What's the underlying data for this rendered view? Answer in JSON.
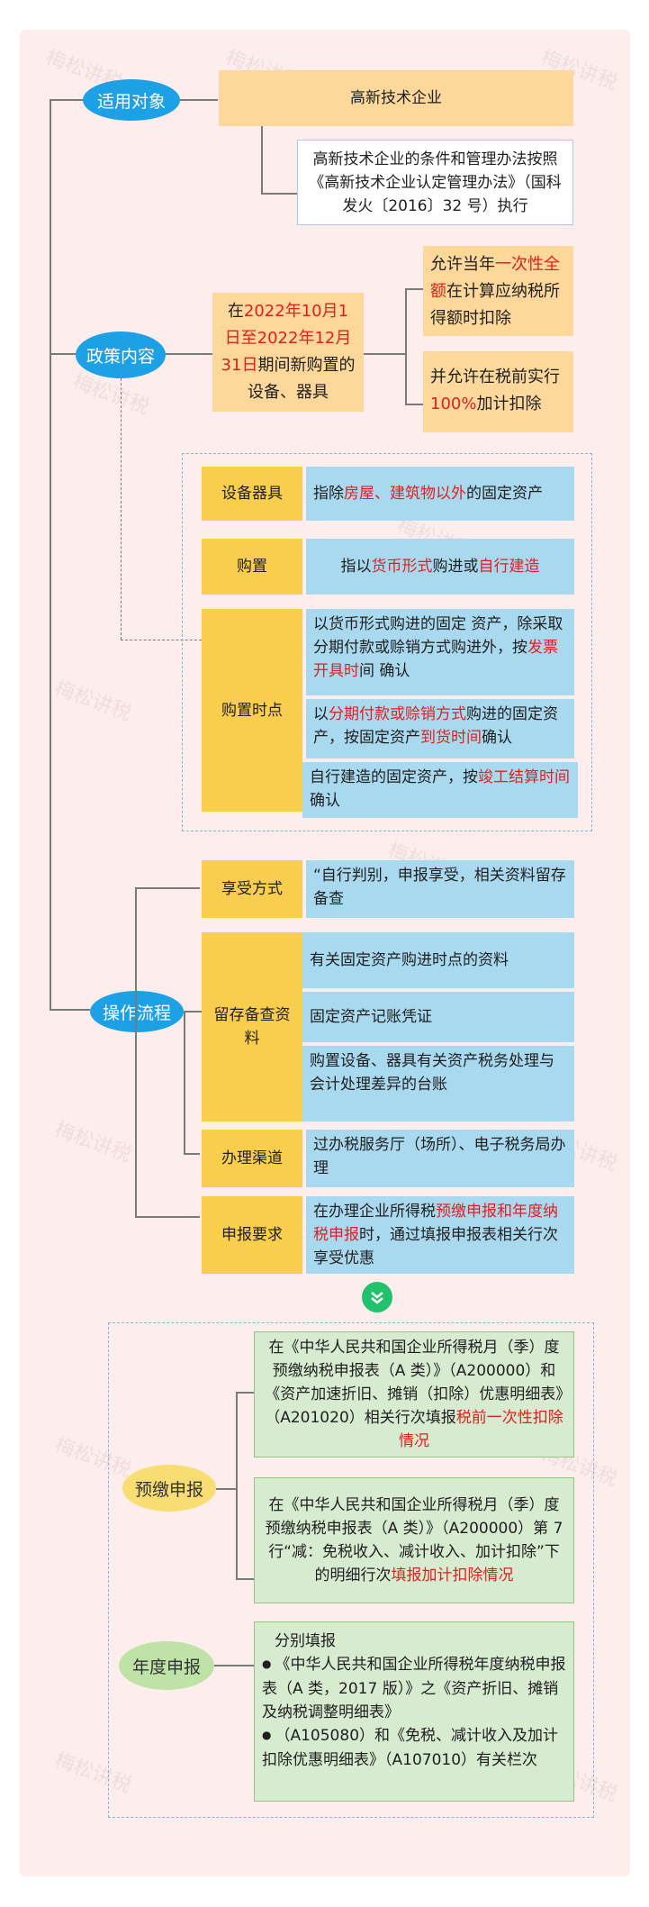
{
  "watermark": "梅松讲税",
  "nodes": {
    "target": "适用对象",
    "policy": "政策内容",
    "procedure": "操作流程",
    "prepay": "预缴申报",
    "annual": "年度申报"
  },
  "target_section": {
    "title": "高新技术企业",
    "desc": "高新技术企业的条件和管理办法按照《高新技术企业认定管理办法》（国科发火〔2016〕32 号）执行"
  },
  "policy_section": {
    "main_parts": [
      "在",
      "2022年10月1日至2022年12月31日",
      "期间新购置的设备、器具"
    ],
    "opt1_parts": [
      "允许当年",
      "一次性全额",
      "在计算应纳税所得额时扣除"
    ],
    "opt2_parts": [
      "并允许在税前实行",
      "100%",
      "加计扣除"
    ]
  },
  "definitions": {
    "equipment": {
      "label": "设备器具",
      "parts": [
        "指除",
        "房屋、建筑物以外",
        "的固定资产"
      ]
    },
    "purchase": {
      "label": "购置",
      "parts": [
        "指以",
        "货币形式",
        "购进或",
        "自行建造"
      ]
    },
    "timing": {
      "label": "购置时点",
      "item1": [
        "以货币形式购进的固定 资产，除采取分期付款或赊销方式购进外，按",
        "发票开具时",
        "间 确认"
      ],
      "item2": [
        "以",
        "分期付款或赊销方式",
        "购进的固定资产，按固定资产",
        "到货时间",
        "确认"
      ],
      "item3": [
        "自行建造的固定资产，按",
        "竣工结算时间",
        "确认"
      ]
    }
  },
  "procedure_section": {
    "enjoy": {
      "label": "享受方式",
      "text": "“自行判别，申报享受，相关资料留存备查"
    },
    "docs": {
      "label": "留存备查资料",
      "item1": "有关固定资产购进时点的资料",
      "item2": "固定资产记账凭证",
      "item3": "购置设备、器具有关资产税务处理与会计处理差异的台账"
    },
    "channel": {
      "label": "办理渠道",
      "text": "过办税服务厅（场所）、电子税务局办理"
    },
    "declare": {
      "label": "申报要求",
      "parts": [
        "在办理企业所得税",
        "预缴申报和年度纳税申报",
        "时，通过填报申报表相关行次享受优惠"
      ]
    }
  },
  "filing_section": {
    "prepay1": [
      "在《中华人民共和国企业所得税月（季）度预缴纳税申报表（A 类）》（A200000）和《资产加速折旧、摊销（扣除）优惠明细表》（A201020）相关行次填报",
      "税前一次性扣除情况"
    ],
    "prepay2": [
      "在《中华人民共和国企业所得税月（季）度预缴纳税申报表（A 类）》（A200000）第 7 行“减：免税收入、减计收入、加计扣除”下的明细行次",
      "填报加计扣除情况"
    ],
    "annual": {
      "intro": "分别填报",
      "bullet1": "《中华人民共和国企业所得税年度纳税申报表（A 类，2017 版）》之《资产折旧、摊销及纳税调整明细表》",
      "bullet2": "（A105080）和《免税、减计收入及加计扣除优惠明细表》（A107010）有关栏次"
    }
  },
  "colors": {
    "panel": "#fdeeed",
    "orange": "#fdd89a",
    "yellow": "#f8ce4c",
    "blue": "#a9d9ef",
    "green": "#d6ebcf",
    "accent_red": "#e02020",
    "node_blue": "#1da1e6"
  }
}
